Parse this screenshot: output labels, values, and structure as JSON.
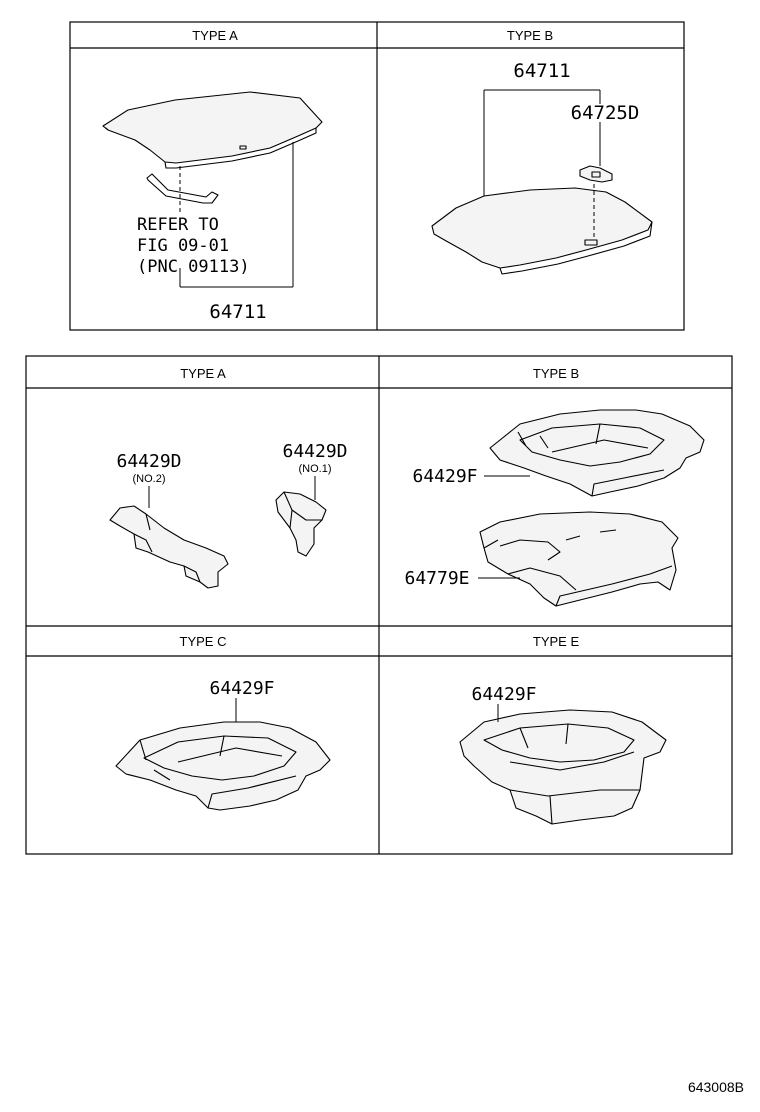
{
  "top_table": {
    "type_a": {
      "header": "TYPE A",
      "part_number": "64711",
      "note_lines": [
        "REFER TO",
        "FIG 09-01",
        "(PNC 09113)"
      ]
    },
    "type_b": {
      "header": "TYPE B",
      "part_number_top": "64711",
      "part_number_bracket": "64725D"
    }
  },
  "bottom_table": {
    "type_a": {
      "header": "TYPE A",
      "part_left": "64429D",
      "part_left_sub": "(NO.2)",
      "part_right": "64429D",
      "part_right_sub": "(NO.1)"
    },
    "type_b": {
      "header": "TYPE B",
      "part_upper": "64429F",
      "part_lower": "64779E"
    },
    "type_c": {
      "header": "TYPE C",
      "part": "64429F"
    },
    "type_e": {
      "header": "TYPE E",
      "part": "64429F"
    }
  },
  "figure_code": "643008B"
}
